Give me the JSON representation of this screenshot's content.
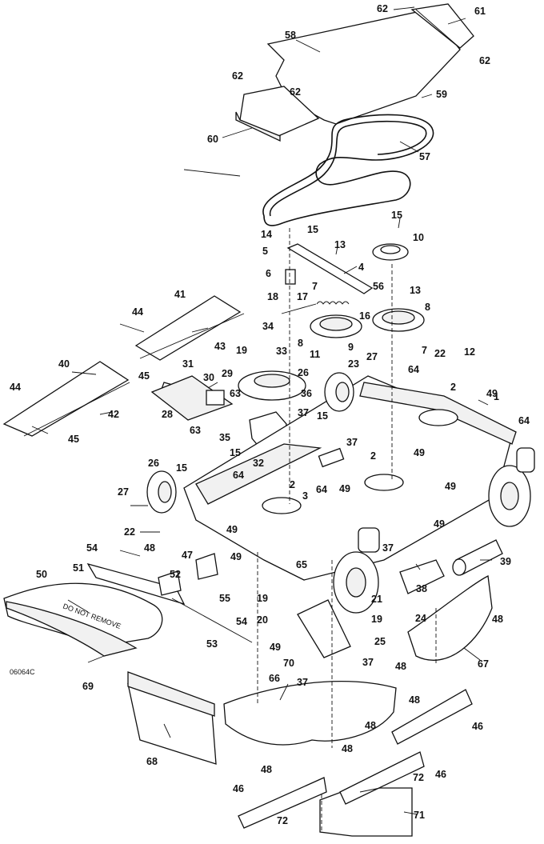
{
  "drawing": {
    "drawing_number": "06064C"
  },
  "callouts": {
    "c1": "1",
    "c2a": "2",
    "c2b": "2",
    "c2c": "2",
    "c3": "3",
    "c4": "4",
    "c5": "5",
    "c6": "6",
    "c7a": "7",
    "c7b": "7",
    "c8a": "8",
    "c8b": "8",
    "c9": "9",
    "c10": "10",
    "c11": "11",
    "c12": "12",
    "c13a": "13",
    "c13b": "13",
    "c14": "14",
    "c15a": "15",
    "c15b": "15",
    "c15c": "15",
    "c15d": "15",
    "c15e": "15",
    "c16": "16",
    "c17": "17",
    "c18": "18",
    "c19a": "19",
    "c19b": "19",
    "c19c": "19",
    "c20": "20",
    "c21": "21",
    "c22a": "22",
    "c22b": "22",
    "c23": "23",
    "c24": "24",
    "c25": "25",
    "c26a": "26",
    "c26b": "26",
    "c27a": "27",
    "c27b": "27",
    "c28": "28",
    "c29": "29",
    "c30": "30",
    "c31": "31",
    "c32": "32",
    "c33": "33",
    "c34": "34",
    "c35": "35",
    "c36": "36",
    "c37a": "37",
    "c37b": "37",
    "c37c": "37",
    "c37d": "37",
    "c37e": "37",
    "c38": "38",
    "c39": "39",
    "c40": "40",
    "c41": "41",
    "c42": "42",
    "c43": "43",
    "c44a": "44",
    "c44b": "44",
    "c45a": "45",
    "c45b": "45",
    "c46a": "46",
    "c46b": "46",
    "c46c": "46",
    "c47": "47",
    "c48a": "48",
    "c48b": "48",
    "c48c": "48",
    "c48d": "48",
    "c48e": "48",
    "c48f": "48",
    "c48g": "48",
    "c49a": "49",
    "c49b": "49",
    "c49c": "49",
    "c49d": "49",
    "c49e": "49",
    "c49f": "49",
    "c49g": "49",
    "c49h": "49",
    "c50": "50",
    "c51": "51",
    "c52": "52",
    "c53": "53",
    "c54a": "54",
    "c54b": "54",
    "c55": "55",
    "c56": "56",
    "c57": "57",
    "c58": "58",
    "c59": "59",
    "c60": "60",
    "c61": "61",
    "c62a": "62",
    "c62b": "62",
    "c62c": "62",
    "c62d": "62",
    "c63a": "63",
    "c63b": "63",
    "c64a": "64",
    "c64b": "64",
    "c64c": "64",
    "c64d": "64",
    "c65": "65",
    "c66": "66",
    "c67": "67",
    "c68": "68",
    "c69": "69",
    "c70": "70",
    "c71": "71",
    "c72a": "72",
    "c72b": "72"
  },
  "chute_text": "DO NOT REMOVE"
}
